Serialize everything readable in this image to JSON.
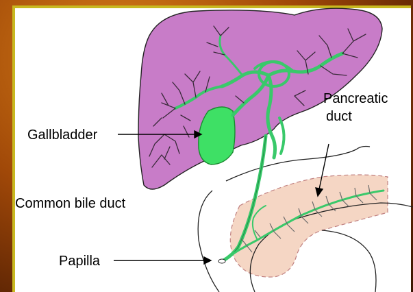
{
  "labels": {
    "gallbladder": "Gallbladder",
    "pancreatic_duct_line1": "Pancreatic",
    "pancreatic_duct_line2": "duct",
    "common_bile_duct": "Common bile duct",
    "papilla": "Papilla"
  },
  "colors": {
    "liver_fill": "#c87cc8",
    "gallbladder_fill": "#3ee065",
    "duct_color": "#39c96a",
    "pancreas_fill": "#f5d6c4",
    "frame_gold": "#c8b820"
  }
}
